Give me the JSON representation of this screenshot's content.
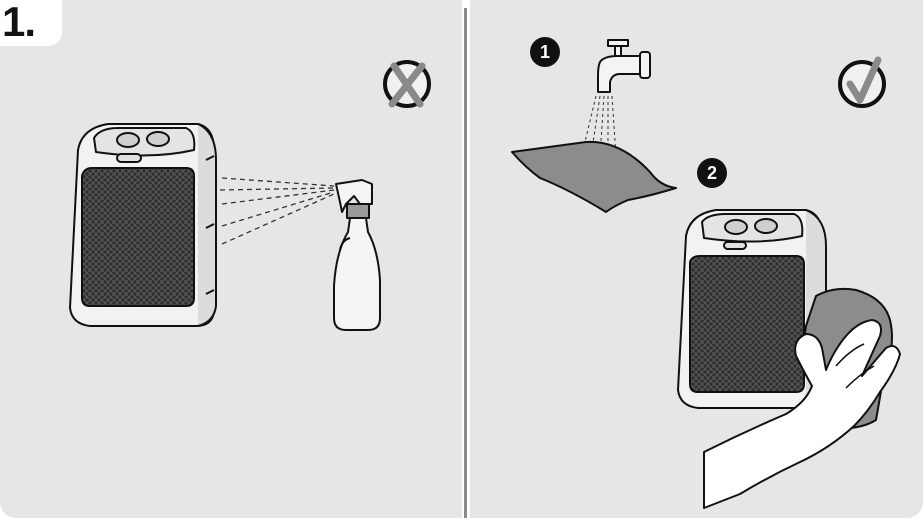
{
  "step": {
    "number": "1."
  },
  "left_panel": {
    "verdict_icon": "cross-in-circle-icon"
  },
  "right_panel": {
    "verdict_icon": "check-in-circle-icon",
    "sub_steps": [
      {
        "number": "1",
        "icon": "tap-wetting-cloth-icon"
      },
      {
        "number": "2",
        "icon": "hand-wiping-heater-icon"
      }
    ]
  },
  "colors": {
    "panel": "#e6e6e6",
    "outline": "#111111",
    "cloth": "#8c8c8c",
    "grille": "#3a3a3a",
    "divider": "#8a8a8a"
  }
}
